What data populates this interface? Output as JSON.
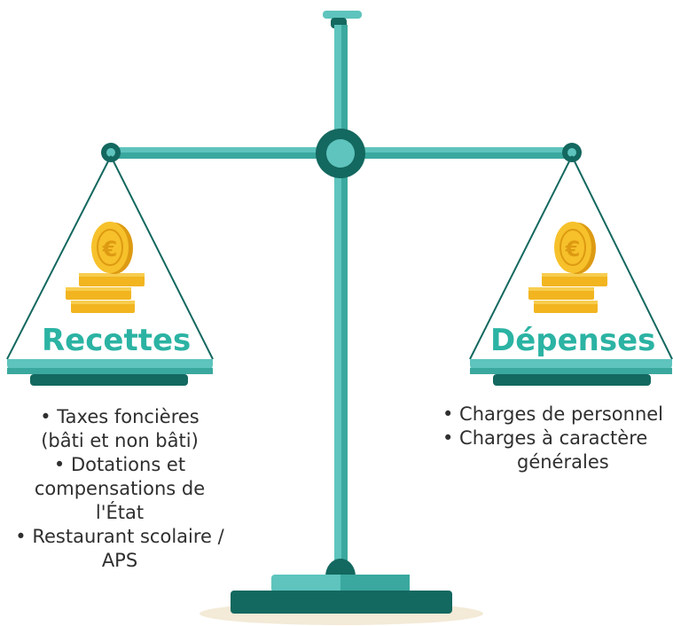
{
  "left_pan": {
    "title": "Recettes",
    "items": [
      "• Taxes foncières (bâti et non bâti)",
      "• Dotations et compensations de l'État",
      "• Restaurant scolaire / APS"
    ]
  },
  "right_pan": {
    "title": "Dépenses",
    "items": [
      "• Charges de personnel",
      "• Charges à caractère générales"
    ]
  },
  "colors": {
    "teal_light": "#5ec4bd",
    "teal_mid": "#2f9a8f",
    "teal_dark": "#13685f",
    "accent_text": "#2bb3a3",
    "coin_gold": "#f2b520",
    "shadow": "#f3ead7"
  }
}
